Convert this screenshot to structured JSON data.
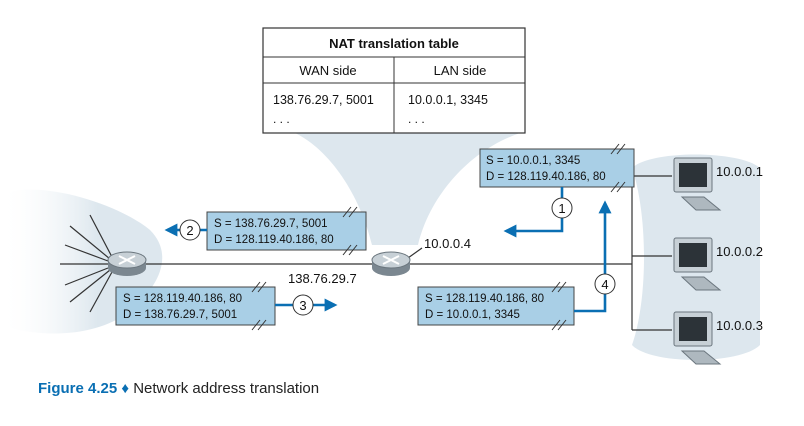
{
  "nat_table": {
    "title": "NAT translation table",
    "col_wan": "WAN side",
    "col_lan": "LAN side",
    "row_wan": "138.76.29.7, 5001",
    "row_lan": "10.0.0.1, 3345",
    "ellipsis": ". . ."
  },
  "packets": {
    "p1": {
      "s": "S = 10.0.0.1, 3345",
      "d": "D = 128.119.40.186, 80"
    },
    "p2": {
      "s": "S = 138.76.29.7, 5001",
      "d": "D = 128.119.40.186, 80"
    },
    "p3": {
      "s": "S = 128.119.40.186, 80",
      "d": "D = 138.76.29.7, 5001"
    },
    "p4": {
      "s": "S = 128.119.40.186, 80",
      "d": "D = 10.0.0.1, 3345"
    }
  },
  "steps": {
    "s1": "1",
    "s2": "2",
    "s3": "3",
    "s4": "4"
  },
  "addresses": {
    "router_lan": "10.0.0.4",
    "router_wan": "138.76.29.7",
    "host1": "10.0.0.1",
    "host2": "10.0.0.2",
    "host3": "10.0.0.3"
  },
  "caption": {
    "figure": "Figure 4.25",
    "separator": "♦",
    "text": "Network address translation"
  },
  "colors": {
    "packet_fill": "#a9cfe6",
    "accent": "#0a6fb3",
    "cloud": "#dde7ee",
    "line": "#333333"
  }
}
